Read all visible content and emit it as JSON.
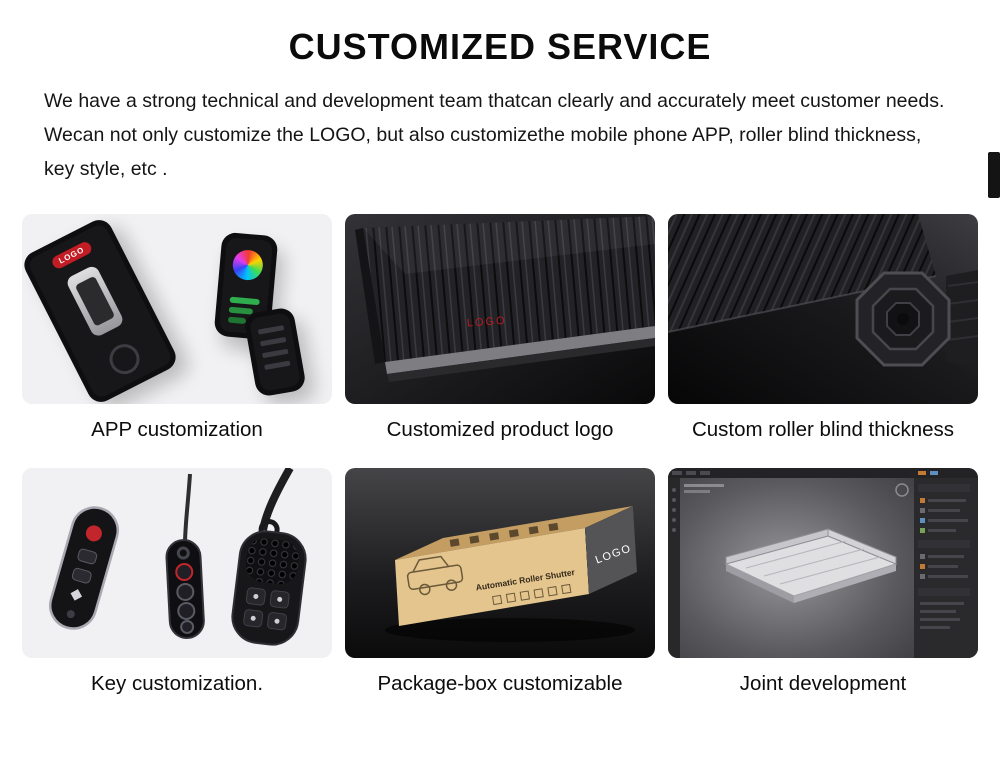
{
  "page": {
    "title": "CUSTOMIZED SERVICE",
    "description": "We have a strong technical and development team thatcan clearly and accurately meet  customer needs.  Wecan not only customize the LOGO, but also customizethe mobile phone APP, roller blind thickness,  key style,  etc ."
  },
  "cards": [
    {
      "id": "app-customization",
      "caption": "APP customization",
      "logo_text": "LOGO"
    },
    {
      "id": "customized-product-logo",
      "caption": "Customized product logo",
      "logo_text": "LOGO"
    },
    {
      "id": "custom-roller-blind-thickness",
      "caption": "Custom roller blind thickness"
    },
    {
      "id": "key-customization",
      "caption": "Key customization."
    },
    {
      "id": "package-box-customizable",
      "caption": "Package-box customizable",
      "box_logo": "LOGO",
      "box_text": "Automatic Roller Shutter"
    },
    {
      "id": "joint-development",
      "caption": "Joint development"
    }
  ],
  "colors": {
    "accent_red": "#c21d24",
    "kraft": "#e4c58e",
    "dark_bg": "#0b0b0c"
  }
}
